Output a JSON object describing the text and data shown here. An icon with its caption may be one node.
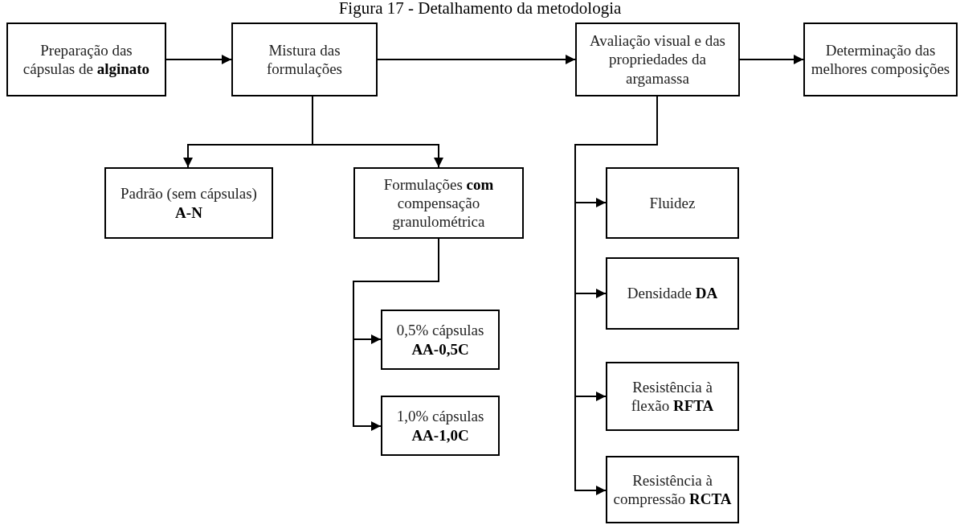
{
  "diagram": {
    "title": "Figura 17 - Detalhamento da metodologia",
    "nodes": [
      {
        "text": [
          "Preparação das cápsulas de **alginato**"
        ]
      },
      {
        "text": [
          "Mistura das formulações"
        ]
      },
      {
        "text": [
          "Avaliação visual e das propriedades da argamassa"
        ]
      },
      {
        "text": [
          "Determinação das melhores composições"
        ]
      },
      {
        "text": [
          "Padrão (sem cápsulas) **A-N**"
        ]
      },
      {
        "text": [
          "Formulações **com** compensação granulométrica"
        ]
      },
      {
        "text": [
          "0,5% cápsulas **AA-0,5C**"
        ]
      },
      {
        "text": [
          "1,0% cápsulas **AA-1,0C**"
        ]
      },
      {
        "text": [
          "Fluidez"
        ]
      },
      {
        "text": [
          "Densidade **DA**"
        ]
      },
      {
        "text": [
          "Resistência à flexão **RFTA**"
        ]
      },
      {
        "text": [
          "Resistência à compressão **RCTA**"
        ]
      }
    ],
    "edges": [
      {
        "from": 0,
        "to": 1,
        "arrow": "to"
      },
      {
        "from": 1,
        "to": 2,
        "arrow": "to"
      },
      {
        "from": 2,
        "to": 3,
        "arrow": "to"
      },
      {
        "from": 1,
        "to": 4,
        "arrow": "to"
      },
      {
        "from": 1,
        "to": 5,
        "arrow": "to"
      },
      {
        "from": 5,
        "to": 6,
        "arrow": "to"
      },
      {
        "from": 5,
        "to": 7,
        "arrow": "to"
      },
      {
        "from": 2,
        "to": 8,
        "arrow": "to"
      },
      {
        "from": 2,
        "to": 9,
        "arrow": "to"
      },
      {
        "from": 2,
        "to": 10,
        "arrow": "to"
      },
      {
        "from": 2,
        "to": 11,
        "arrow": "to"
      }
    ]
  }
}
